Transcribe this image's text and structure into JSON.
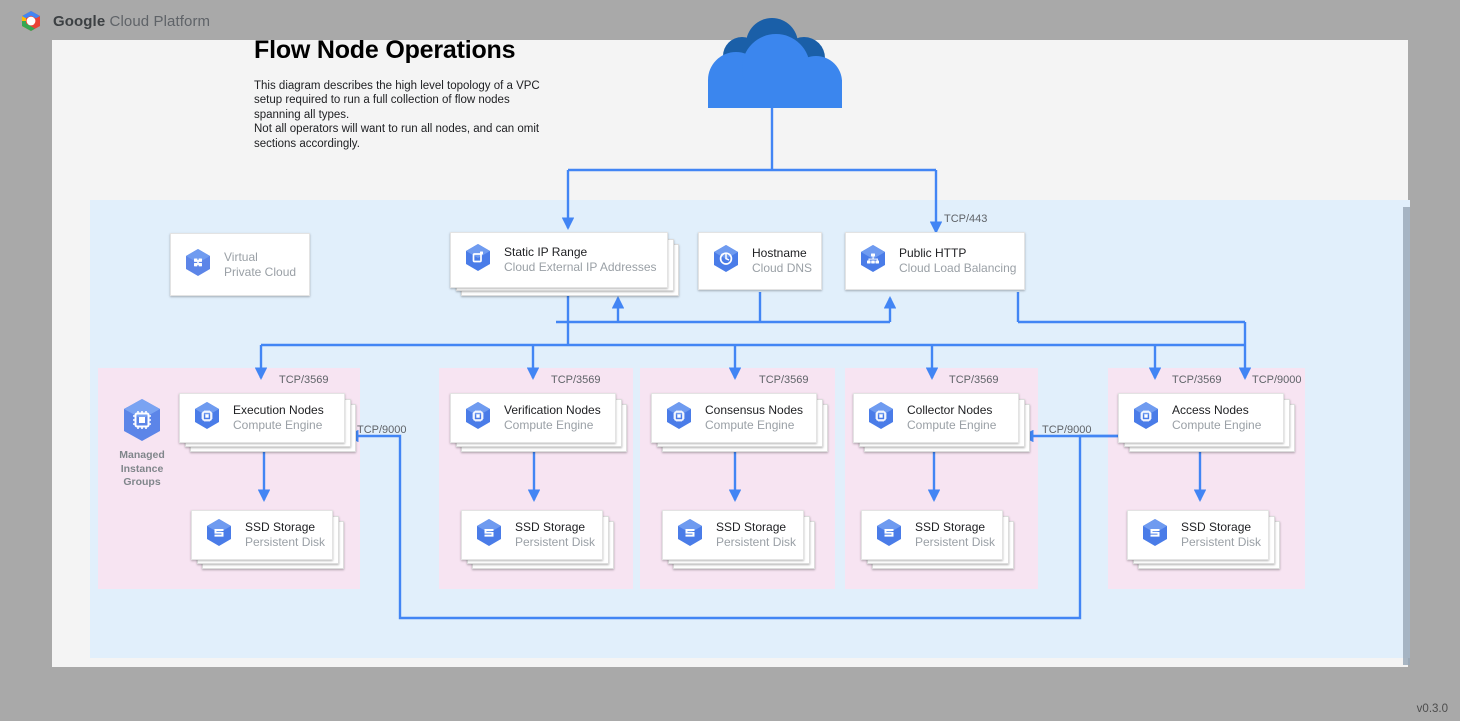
{
  "brand": {
    "name_bold": "Google",
    "name_rest": " Cloud Platform",
    "logo_icon": "google-cloud-logo"
  },
  "title": "Flow Node Operations",
  "subtitle": "This diagram describes the high level topology of a VPC setup required to run a full collection of flow nodes spanning all types.\nNot all operators will want to run all nodes, and can omit sections accordingly.",
  "version": "v0.3.0",
  "cloud_icon": "internet-cloud-icon",
  "colors": {
    "page_background": "#a9a9a9",
    "sheet": "#f4f4f4",
    "vpc_panel": "#e1effb",
    "group_panel": "#f7e4f2",
    "connector": "#4285f4",
    "icon_blue": "#4285f4",
    "title_text": "#202124",
    "muted_text": "#9aa0a6"
  },
  "top_row": [
    {
      "title": "Virtual",
      "subtitle": "Private Cloud",
      "icon": "virtual-private-cloud-icon",
      "stacked": false,
      "muted_title": true
    },
    {
      "title": "Static IP Range",
      "subtitle": "Cloud External IP Addresses",
      "icon": "external-ip-icon",
      "stacked": true,
      "muted_title": false
    },
    {
      "title": "Hostname",
      "subtitle": "Cloud DNS",
      "icon": "cloud-dns-icon",
      "stacked": false,
      "muted_title": false
    },
    {
      "title": "Public HTTP",
      "subtitle": "Cloud Load Balancing",
      "icon": "cloud-load-balancing-icon",
      "stacked": false,
      "muted_title": false
    }
  ],
  "groups": [
    {
      "group_label": "Managed\nInstance\nGroups",
      "group_icon": "managed-instance-group-icon",
      "node": {
        "title": "Execution Nodes",
        "subtitle": "Compute Engine",
        "icon": "compute-engine-icon"
      },
      "storage": {
        "title": "SSD Storage",
        "subtitle": "Persistent Disk",
        "icon": "persistent-disk-icon"
      },
      "inbound_port": "TCP/3569"
    },
    {
      "group_label": "",
      "group_icon": "",
      "node": {
        "title": "Verification Nodes",
        "subtitle": "Compute Engine",
        "icon": "compute-engine-icon"
      },
      "storage": {
        "title": "SSD Storage",
        "subtitle": "Persistent Disk",
        "icon": "persistent-disk-icon"
      },
      "inbound_port": "TCP/3569"
    },
    {
      "group_label": "",
      "group_icon": "",
      "node": {
        "title": "Consensus Nodes",
        "subtitle": "Compute Engine",
        "icon": "compute-engine-icon"
      },
      "storage": {
        "title": "SSD Storage",
        "subtitle": "Persistent Disk",
        "icon": "persistent-disk-icon"
      },
      "inbound_port": "TCP/3569"
    },
    {
      "group_label": "",
      "group_icon": "",
      "node": {
        "title": "Collector Nodes",
        "subtitle": "Compute Engine",
        "icon": "compute-engine-icon"
      },
      "storage": {
        "title": "SSD Storage",
        "subtitle": "Persistent Disk",
        "icon": "persistent-disk-icon"
      },
      "inbound_port": "TCP/3569"
    },
    {
      "group_label": "",
      "group_icon": "",
      "node": {
        "title": "Access Nodes",
        "subtitle": "Compute Engine",
        "icon": "compute-engine-icon"
      },
      "storage": {
        "title": "SSD Storage",
        "subtitle": "Persistent Disk",
        "icon": "persistent-disk-icon"
      },
      "inbound_port": "TCP/3569"
    }
  ],
  "port_labels": {
    "lb_https": "TCP/443",
    "access_extra": "TCP/9000",
    "collector_in": "TCP/9000",
    "execution_in": "TCP/9000"
  }
}
